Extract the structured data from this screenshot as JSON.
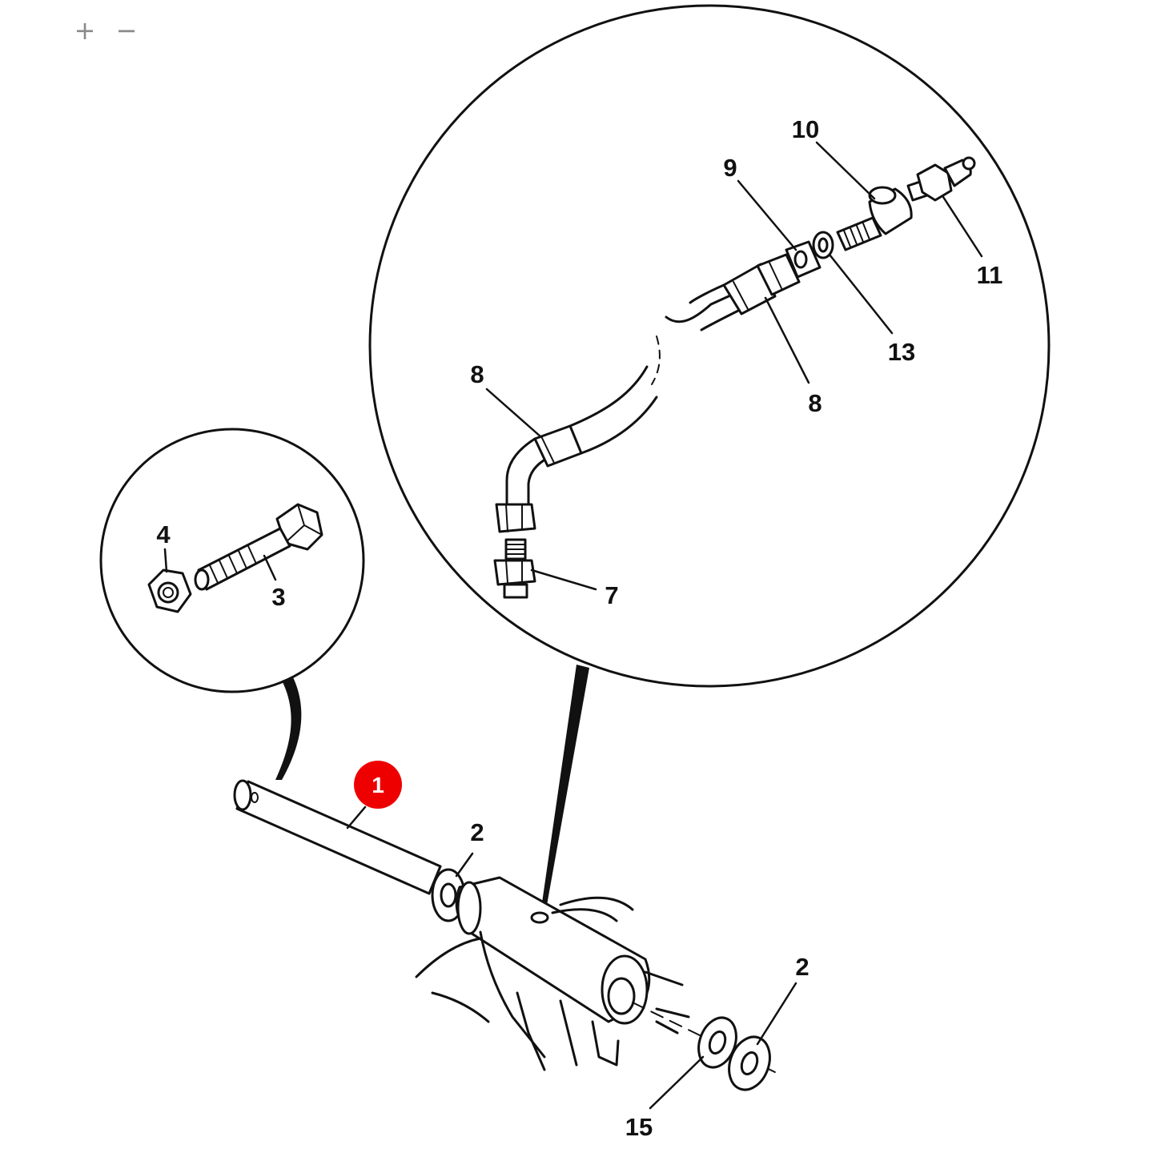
{
  "zoom": {
    "in_label": "+",
    "out_label": "−"
  },
  "callouts": {
    "c1": "1",
    "c2a": "2",
    "c2b": "2",
    "c3": "3",
    "c4": "4",
    "c7": "7",
    "c8a": "8",
    "c8b": "8",
    "c9": "9",
    "c10": "10",
    "c11": "11",
    "c13": "13",
    "c15": "15"
  },
  "highlight_color": "#ee0000",
  "selected_part": "1"
}
